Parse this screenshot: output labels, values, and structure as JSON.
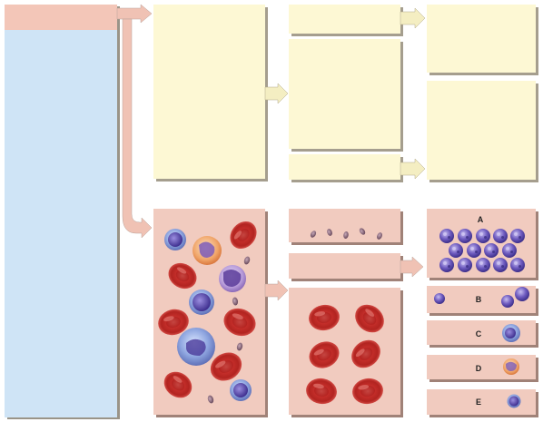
{
  "colors": {
    "header_pink": "#f3c6b8",
    "left_blue": "#cfe4f6",
    "cream_box": "#fdf8d4",
    "pink_box": "#f1cbbf",
    "shadow": "#999388",
    "arrow_pink": "#f0c2b4",
    "arrow_cream": "#f4eec2",
    "rbc_red": "#c8322e",
    "wbc_purple": "#6b58b0",
    "platelet": "#8a6a78"
  },
  "icons": {
    "blood_cells": "blood-cell-illustration",
    "arrow": "flow-arrow"
  },
  "labels": {
    "a": "A",
    "b": "B",
    "c": "C",
    "d": "D",
    "e": "E"
  }
}
